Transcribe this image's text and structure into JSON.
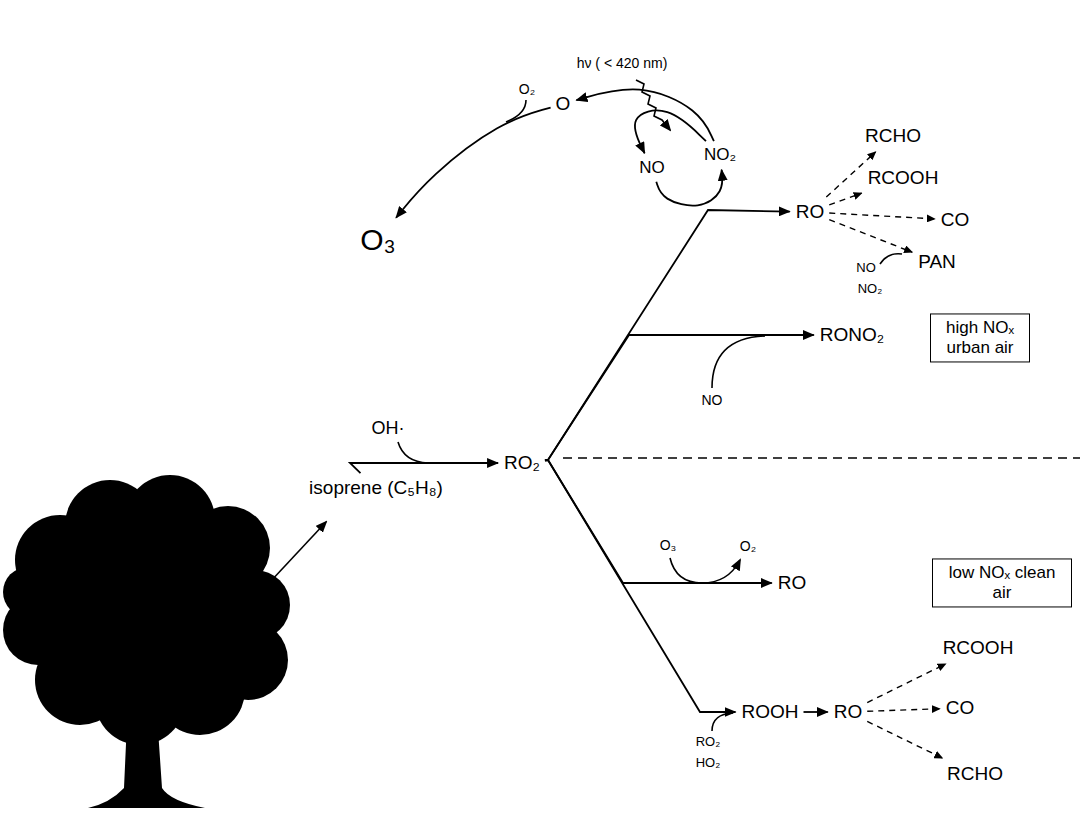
{
  "diagram": {
    "nodes": [
      {
        "text": [
          "O₃"
        ]
      },
      {
        "text": [
          "O"
        ]
      },
      {
        "text": [
          "NO"
        ]
      },
      {
        "text": [
          "NO₂"
        ]
      },
      {
        "text": [
          "isoprene (C₅H₈)"
        ]
      },
      {
        "text": [
          "RO₂"
        ]
      },
      {
        "text": [
          "RO"
        ]
      },
      {
        "text": [
          "RCHO"
        ]
      },
      {
        "text": [
          "RCOOH"
        ]
      },
      {
        "text": [
          "CO"
        ]
      },
      {
        "text": [
          "PAN"
        ]
      },
      {
        "text": [
          "RONO₂"
        ]
      },
      {
        "text": [
          "high NOₓ urban air"
        ]
      },
      {
        "text": [
          "low NOₓ clean air"
        ]
      },
      {
        "text": [
          "RO"
        ]
      },
      {
        "text": [
          "ROOH"
        ]
      },
      {
        "text": [
          "RO"
        ]
      },
      {
        "text": [
          "RCOOH"
        ]
      },
      {
        "text": [
          "CO"
        ]
      },
      {
        "text": [
          "RCHO"
        ]
      }
    ],
    "edges": [
      {
        "from": 4,
        "to": 5,
        "arrow": "to"
      },
      {
        "from": 5,
        "to": 6,
        "arrow": "to"
      },
      {
        "from": 5,
        "to": 11,
        "arrow": "to"
      },
      {
        "from": 5,
        "to": 14,
        "arrow": "to"
      },
      {
        "from": 5,
        "to": 15,
        "arrow": "to"
      },
      {
        "from": 15,
        "to": 16,
        "arrow": "to"
      },
      {
        "from": 6,
        "to": 7,
        "arrow": "to"
      },
      {
        "from": 6,
        "to": 8,
        "arrow": "to"
      },
      {
        "from": 6,
        "to": 9,
        "arrow": "to"
      },
      {
        "from": 6,
        "to": 10,
        "arrow": "to"
      },
      {
        "from": 16,
        "to": 17,
        "arrow": "to"
      },
      {
        "from": 16,
        "to": 18,
        "arrow": "to"
      },
      {
        "from": 16,
        "to": 19,
        "arrow": "to"
      },
      {
        "from": 3,
        "to": 1,
        "arrow": "to"
      },
      {
        "from": 3,
        "to": 2,
        "arrow": "to"
      },
      {
        "from": 2,
        "to": 3,
        "arrow": "to"
      },
      {
        "from": 1,
        "to": 0,
        "arrow": "to"
      }
    ],
    "labels": [
      "hν ( < 420 nm)",
      "O₂",
      "OH·",
      "NO",
      "NO",
      "NO₂",
      "O₃",
      "O₂",
      "RO₂",
      "HO₂"
    ]
  }
}
